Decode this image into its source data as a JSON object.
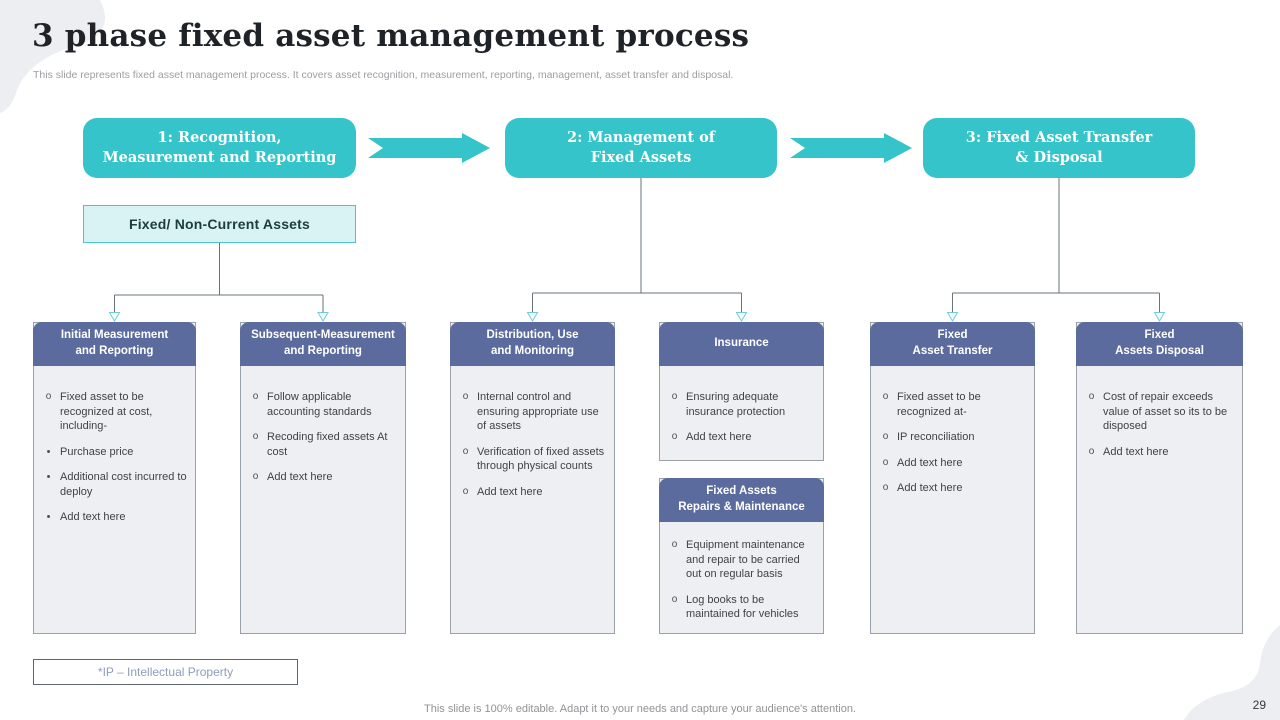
{
  "header": {
    "title": "3 phase fixed asset management process",
    "subtitle": "This slide represents fixed asset management process. It covers asset recognition, measurement, reporting, management, asset transfer and disposal."
  },
  "phases": [
    {
      "title_lines": [
        "1: Recognition,",
        "Measurement and Reporting"
      ]
    },
    {
      "title_lines": [
        "2: Management of",
        "Fixed Assets"
      ]
    },
    {
      "title_lines": [
        "3: Fixed Asset Transfer",
        "& Disposal"
      ]
    }
  ],
  "asset_label": "Fixed/ Non-Current Assets",
  "cards": [
    {
      "title_lines": [
        "Initial Measurement",
        "and Reporting"
      ],
      "bullets": [
        {
          "marker": "circle",
          "text": "Fixed asset to be recognized at cost, including-"
        },
        {
          "marker": "dot",
          "text": "Purchase price"
        },
        {
          "marker": "dot",
          "text": "Additional cost incurred to deploy"
        },
        {
          "marker": "dot",
          "text": "Add text here"
        }
      ]
    },
    {
      "title_lines": [
        "Subsequent-Measurement",
        "and Reporting"
      ],
      "bullets": [
        {
          "marker": "circle",
          "text": "Follow applicable accounting standards"
        },
        {
          "marker": "circle",
          "text": "Recoding fixed assets At cost"
        },
        {
          "marker": "circle",
          "text": "Add text here"
        }
      ]
    },
    {
      "title_lines": [
        "Distribution,  Use",
        "and Monitoring"
      ],
      "bullets": [
        {
          "marker": "circle",
          "text": "Internal control and ensuring appropriate use of assets"
        },
        {
          "marker": "circle",
          "text": "Verification of fixed assets through physical counts"
        },
        {
          "marker": "circle",
          "text": "Add text here"
        }
      ]
    },
    {
      "title_lines": [
        "Insurance"
      ],
      "bullets": [
        {
          "marker": "circle",
          "text": "Ensuring adequate insurance protection"
        },
        {
          "marker": "circle",
          "text": "Add text here"
        }
      ]
    },
    {
      "title_lines": [
        "Fixed Assets",
        "Repairs & Maintenance"
      ],
      "bullets": [
        {
          "marker": "circle",
          "text": "Equipment maintenance and repair to be carried out on regular basis"
        },
        {
          "marker": "circle",
          "text": "Log books to be maintained for vehicles"
        }
      ]
    },
    {
      "title_lines": [
        "Fixed",
        "Asset Transfer"
      ],
      "bullets": [
        {
          "marker": "circle",
          "text": "Fixed asset to be recognized at-"
        },
        {
          "marker": "circle",
          "text": "IP reconciliation"
        },
        {
          "marker": "circle",
          "text": "Add text here"
        },
        {
          "marker": "circle",
          "text": "Add text here"
        }
      ]
    },
    {
      "title_lines": [
        "Fixed",
        "Assets Disposal"
      ],
      "bullets": [
        {
          "marker": "circle",
          "text": "Cost of repair exceeds value of asset so its to be disposed"
        },
        {
          "marker": "circle",
          "text": "Add text here"
        }
      ]
    }
  ],
  "note": "*IP – Intellectual Property",
  "footer": "This slide is 100% editable. Adapt it to your needs and capture your audience's attention.",
  "page_number": "29",
  "colors": {
    "accent_teal": "#35c4c9",
    "card_header_blue": "#5b6b9d",
    "asset_box_fill": "#d9f3f5",
    "card_body_fill": "#edeff3",
    "blob_gray": "#eceef2"
  }
}
